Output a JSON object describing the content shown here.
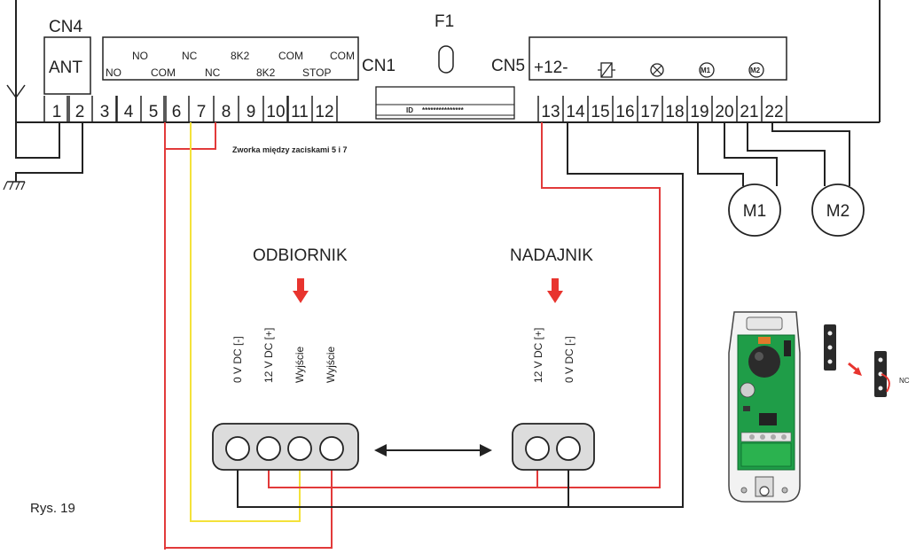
{
  "figure_label": "Rys. 19",
  "connectors": {
    "cn4": "CN4",
    "ant": "ANT",
    "cn1": "CN1",
    "cn5": "CN5",
    "f1": "F1",
    "cn5_polarity": "+12-"
  },
  "cn1_labels": {
    "no_top": "NO",
    "nc_top": "NC",
    "k2_top": "8K2",
    "com_top_a": "COM",
    "com_top_b": "COM",
    "no_bottom": "NO",
    "com_bottom": "COM",
    "nc_bottom": "NC",
    "k2_bottom": "8K2",
    "stop_bottom": "STOP"
  },
  "terminals": [
    "1",
    "2",
    "3",
    "4",
    "5",
    "6",
    "7",
    "8",
    "9",
    "10",
    "11",
    "12",
    "13",
    "14",
    "15",
    "16",
    "17",
    "18",
    "19",
    "20",
    "21",
    "22"
  ],
  "id_label": "ID",
  "id_value": "***************",
  "jumper_note": "Zworka między zaciskami 5 i 7",
  "motors": {
    "m1": "M1",
    "m2": "M2"
  },
  "receiver": {
    "title": "ODBIORNIK",
    "pins": [
      "0 V DC [-]",
      "12 V DC [+]",
      "Wyjście",
      "Wyjście"
    ]
  },
  "transmitter": {
    "title": "NADAJNIK",
    "pins": [
      "12 V DC [+]",
      "0 V DC [-]"
    ]
  },
  "contact_label": "NC",
  "colors": {
    "wire_black": "#222222",
    "wire_red": "#e23a3a",
    "wire_yellow": "#f4e23a",
    "arrow_red": "#e8342e",
    "pcb_green": "#1f9d48",
    "terminal_block": "#dcdcdc"
  }
}
